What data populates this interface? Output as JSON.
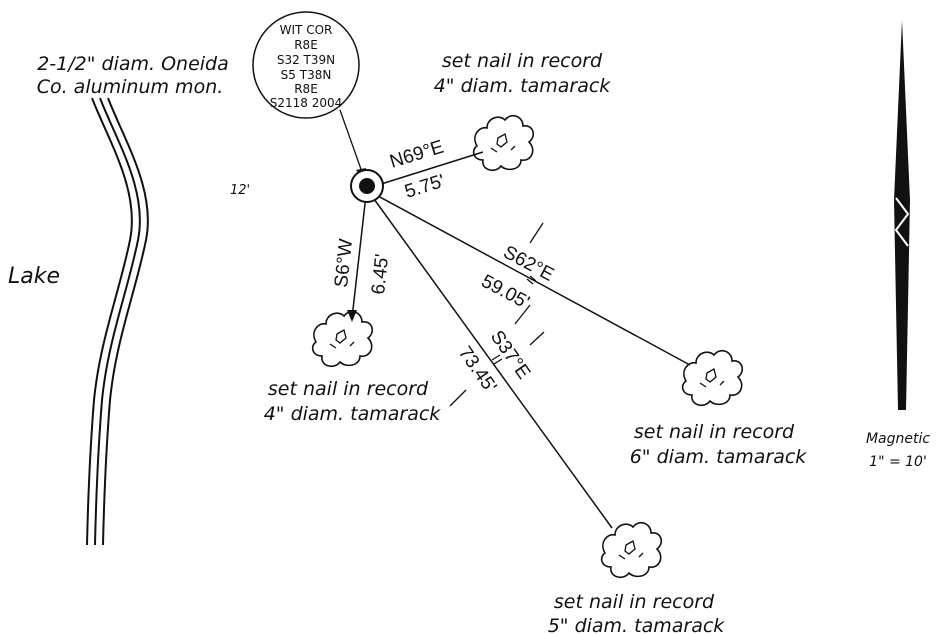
{
  "monument_label": [
    "2-1/2\" diam. Oneida",
    "Co. aluminum mon."
  ],
  "lake_label": "Lake",
  "offset_label": "12'",
  "corner_circle": [
    "WIT COR",
    "R8E",
    "S32 T39N",
    "S5 T38N",
    "R8E",
    "S2118 2004"
  ],
  "ties": [
    {
      "bearing": "N69°E",
      "distance": "5.75'",
      "note": [
        "set nail in record",
        "4\" diam. tamarack"
      ]
    },
    {
      "bearing": "S6°W",
      "distance": "6.45'",
      "note": [
        "set nail in record",
        "4\" diam. tamarack"
      ]
    },
    {
      "bearing": "S62°E",
      "distance": "59.05'",
      "note": [
        "set nail in record",
        "6\" diam. tamarack"
      ]
    },
    {
      "bearing": "S37°E",
      "distance": "73.45'",
      "note": [
        "set nail in record",
        "5\" diam. tamarack"
      ]
    }
  ],
  "north_arrow": {
    "label": "Magnetic",
    "scale": "1\" = 10'"
  }
}
